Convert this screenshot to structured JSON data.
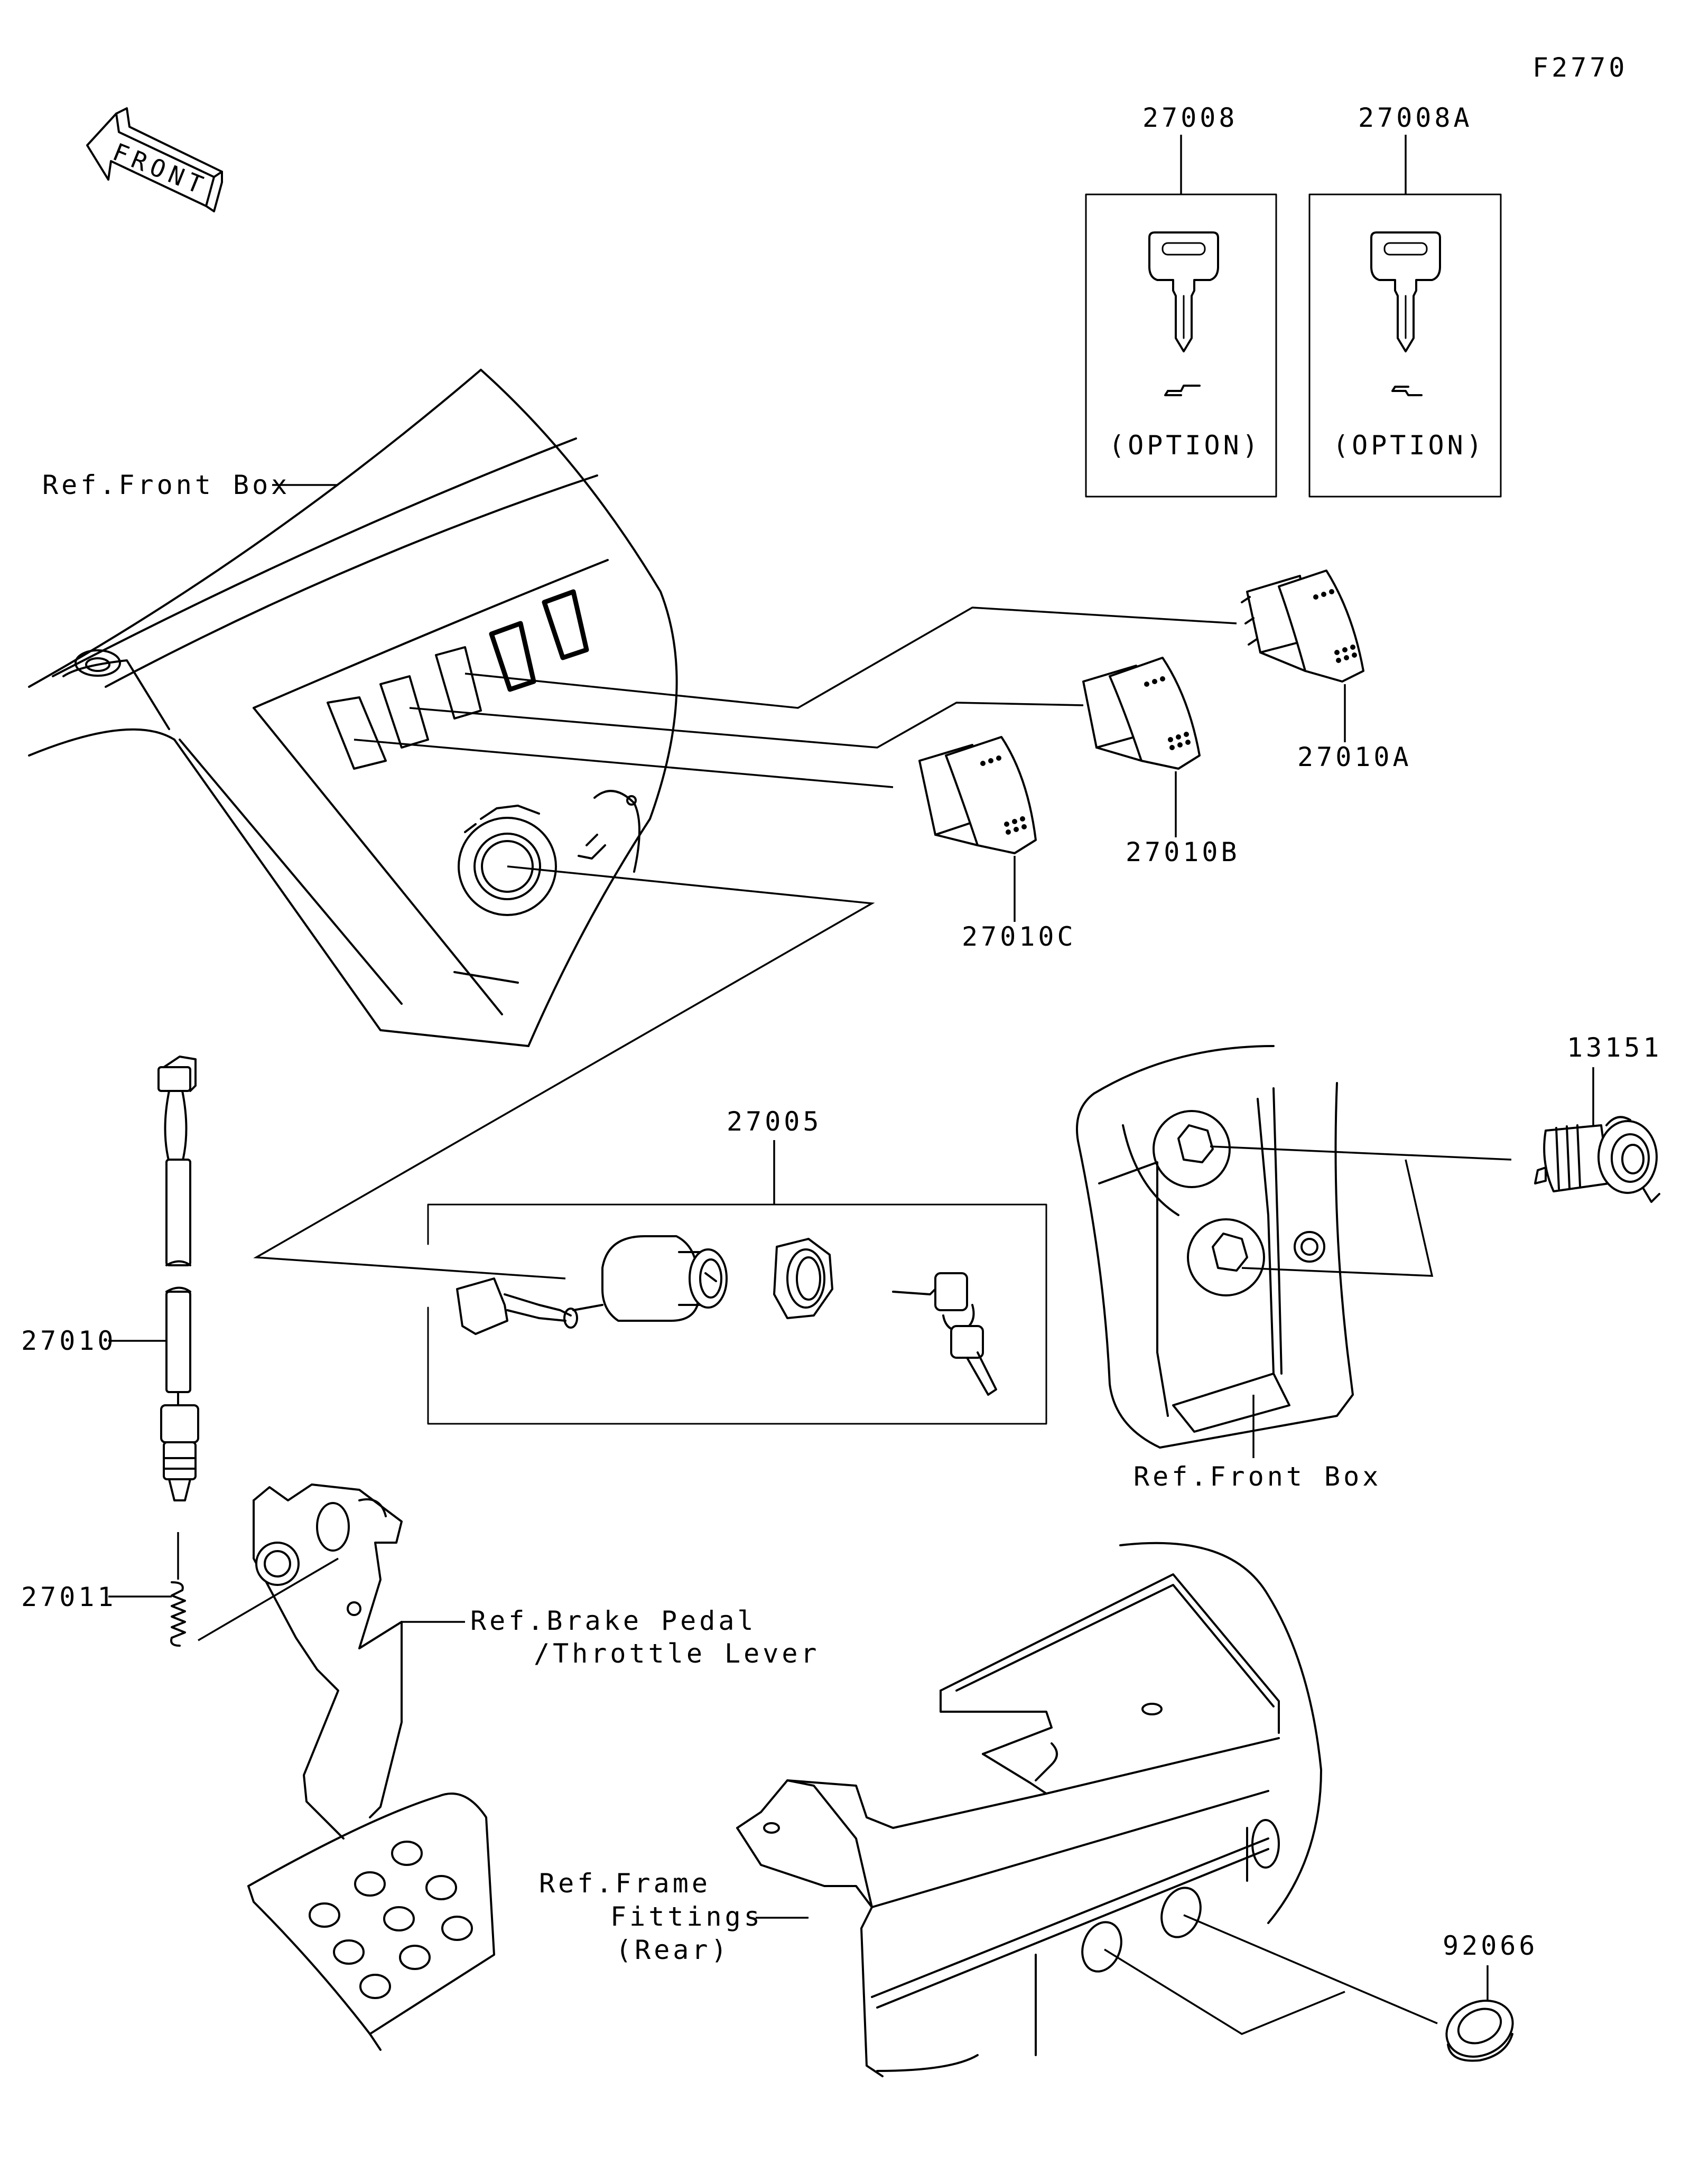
{
  "figure_code": "F2770",
  "front_arrow_label": "FRONT",
  "key_boxes": [
    {
      "part_number": "27008",
      "caption": "(OPTION)"
    },
    {
      "part_number": "27008A",
      "caption": "(OPTION)"
    }
  ],
  "switch_parts": {
    "a": "27010A",
    "b": "27010B",
    "c": "27010C"
  },
  "ignition_kit": "27005",
  "socket": "13151",
  "brake_switch": "27010",
  "spring": "27011",
  "cap": "92066",
  "references": {
    "front_box_top": "Ref.Front Box",
    "front_box_right": "Ref.Front Box",
    "brake_pedal_line1": "Ref.Brake Pedal",
    "brake_pedal_line2": "/Throttle Lever",
    "frame_line1": "Ref.Frame",
    "frame_line2": "Fittings",
    "frame_line3": "(Rear)"
  }
}
